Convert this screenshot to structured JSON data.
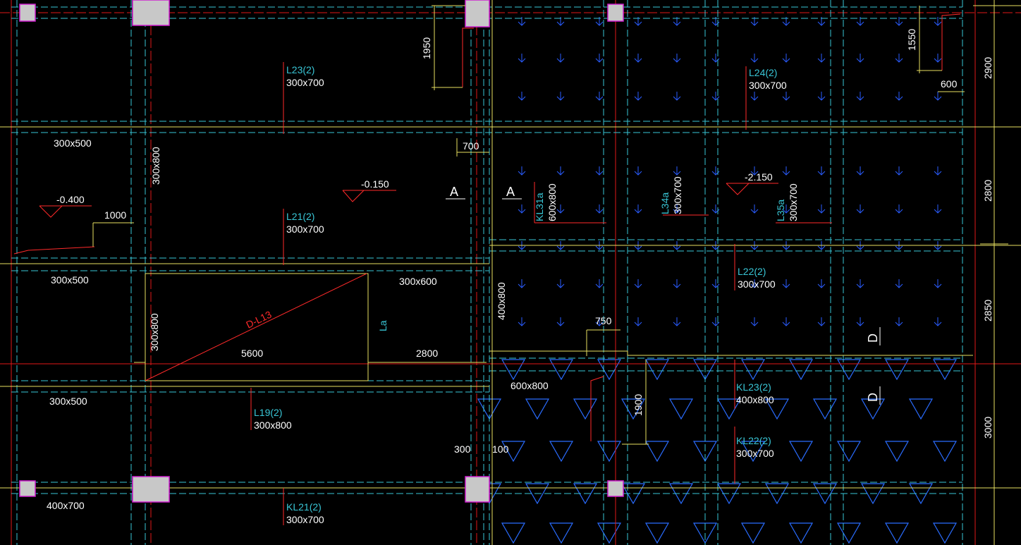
{
  "colors": {
    "background": "#000000",
    "column": "#c8c8c8",
    "column_border": "#d020d0",
    "beam_cyan": "#39c6d6",
    "axis_red": "#e01818",
    "leader_red": "#ff2a2a",
    "hatch_blue": "#2a5cff",
    "text_white": "#ffffff",
    "text_cyan": "#39c6d6",
    "dim_yellow": "#e8e060"
  },
  "beam_sizes": {
    "b1": "300x500",
    "b2": "300x800",
    "b3": "300x500",
    "b4": "300x600",
    "b5": "300x800",
    "b6": "300x500",
    "b7": "400x700",
    "b8": "400x800",
    "b9": "600x800"
  },
  "beam_tags": {
    "l23": {
      "name": "L23(2)",
      "size": "300x700"
    },
    "l21": {
      "name": "L21(2)",
      "size": "300x700"
    },
    "l19": {
      "name": "L19(2)",
      "size": "300x800"
    },
    "kl21": {
      "name": "KL21(2)",
      "size": "300x700"
    },
    "l24": {
      "name": "L24(2)",
      "size": "300x700"
    },
    "l22": {
      "name": "L22(2)",
      "size": "300x700"
    },
    "kl23": {
      "name": "KL23(2)",
      "size": "400x800"
    },
    "kl22": {
      "name": "KL22(2)",
      "size": "300x700"
    },
    "kl31a": {
      "name": "KL31a",
      "size": "600x800"
    },
    "l34a": {
      "name": "L34a",
      "size": "300x700"
    },
    "l35a": {
      "name": "L35a",
      "size": "300x700"
    }
  },
  "levels": {
    "lv1": "-0.400",
    "lv2": "-0.150",
    "lv3": "-2.150"
  },
  "dimensions": {
    "d1000": "1000",
    "d700": "700",
    "d1950": "1950",
    "d5600": "5600",
    "d2800": "2800",
    "d300": "300",
    "d100": "100",
    "d750": "750",
    "d1900": "1900",
    "d1550": "1550",
    "d600": "600",
    "r2900": "2900",
    "r2800": "2800",
    "r2850": "2850",
    "r3000": "3000"
  },
  "section_marks": {
    "a1": "A",
    "a2": "A",
    "d1": "D",
    "d2": "D"
  },
  "annotations": {
    "opening": "D-L13",
    "la": "La"
  }
}
